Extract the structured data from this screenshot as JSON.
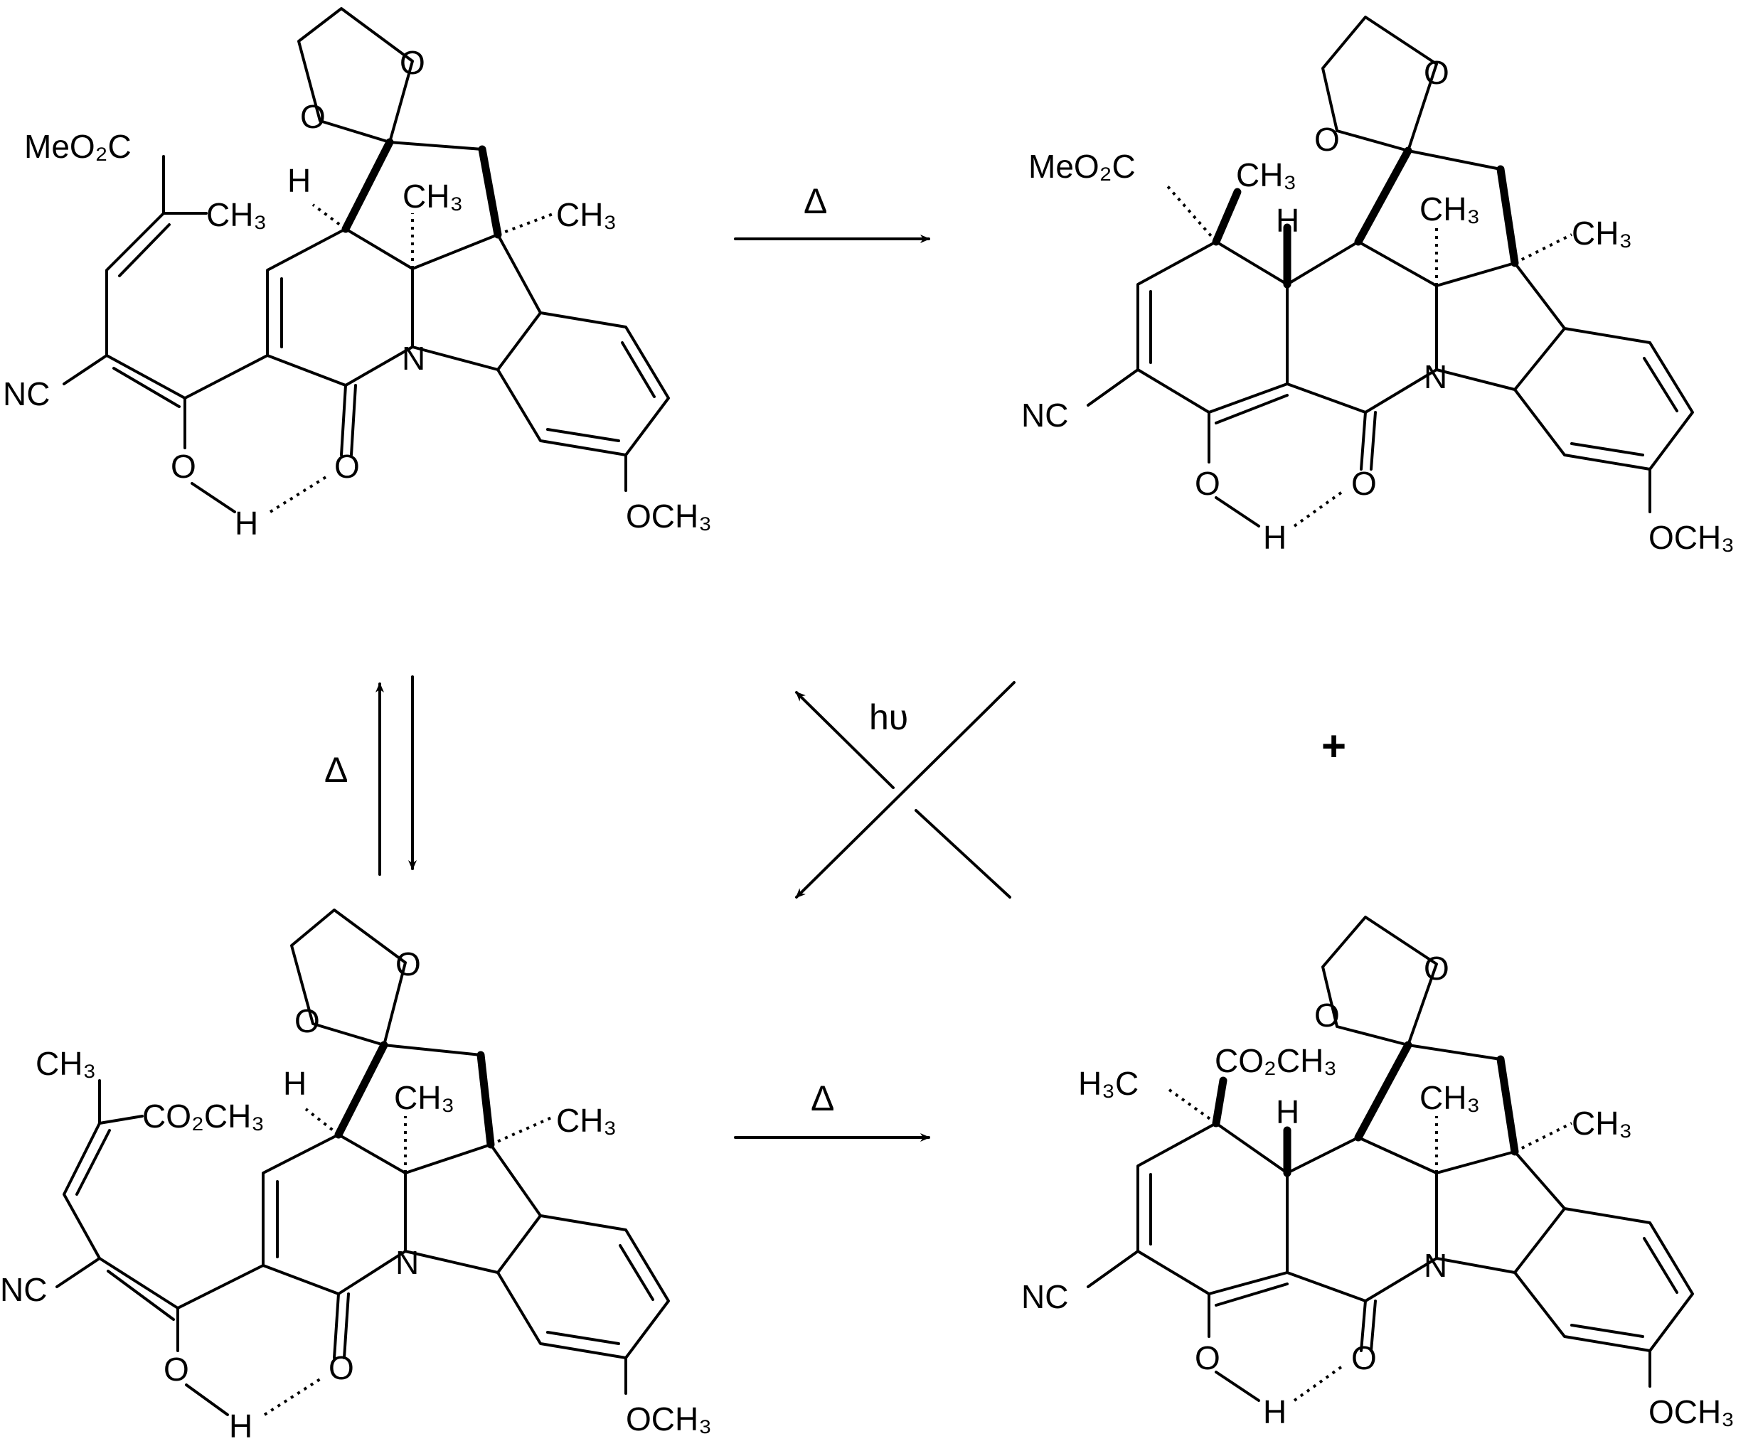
{
  "scheme": {
    "arrows": {
      "top_forward": "Δ",
      "bottom_forward": "Δ",
      "equilibrium": "Δ",
      "photochemical": "hυ"
    },
    "plus": "+"
  },
  "atoms": {
    "O": "O",
    "N": "N",
    "H": "H",
    "MeO2C": "MeO₂C",
    "CO2CH3": "CO₂CH₃",
    "CH3": "CH₃",
    "H3C": "H₃C",
    "NC": "NC",
    "OCH3": "OCH₃"
  }
}
